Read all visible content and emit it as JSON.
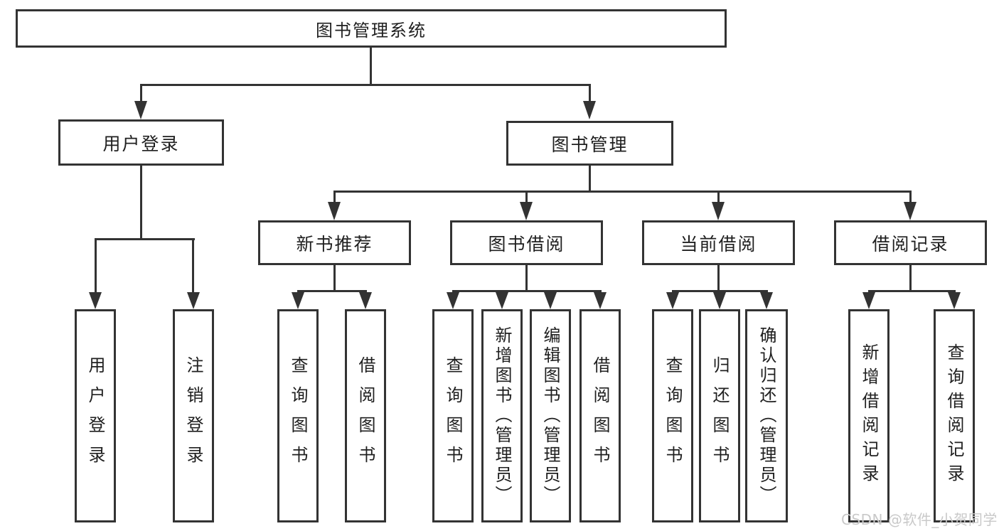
{
  "diagram": {
    "root": {
      "label": "图书管理系统"
    },
    "branches": [
      {
        "label": "用户登录",
        "children": [
          "用户登录",
          "注销登录"
        ]
      },
      {
        "label": "图书管理",
        "children": [
          {
            "label": "新书推荐",
            "children": [
              "查询图书",
              "借阅图书"
            ]
          },
          {
            "label": "图书借阅",
            "children": [
              "查询图书",
              "新增图书（管理员）",
              "编辑图书（管理员）",
              "借阅图书"
            ]
          },
          {
            "label": "当前借阅",
            "children": [
              "查询图书",
              "归还图书",
              "确认归还（管理员）"
            ]
          },
          {
            "label": "借阅记录",
            "children": [
              "新增借阅记录",
              "查询借阅记录"
            ]
          }
        ]
      }
    ],
    "watermark": "CSDN @软件_小贺同学",
    "colors": {
      "line": "#333333",
      "box_border": "#333333",
      "text": "#1f1f1f",
      "background": "#ffffff",
      "watermark": "#c9c9c9"
    }
  }
}
